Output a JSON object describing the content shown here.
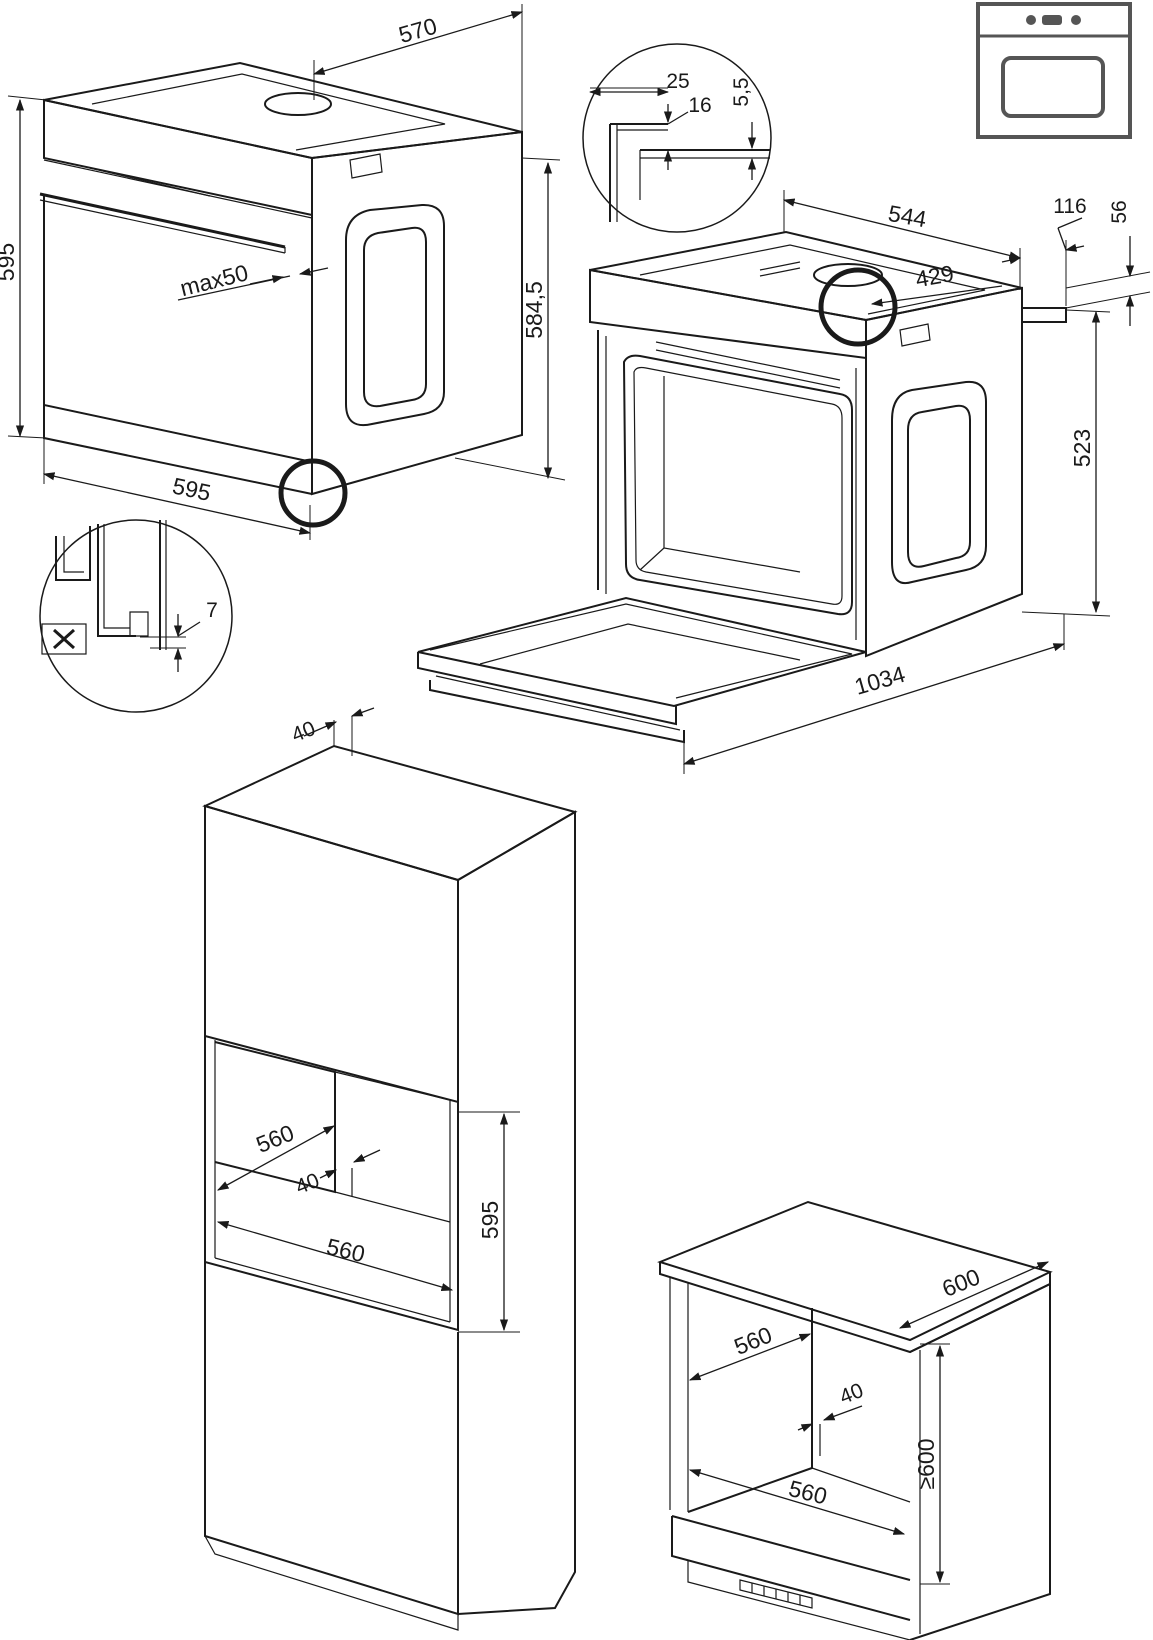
{
  "colors": {
    "line": "#1a1a1a",
    "background": "#ffffff",
    "icon_stroke": "#555555"
  },
  "icons": {
    "oven": "built-in-oven-icon"
  },
  "oven_front_view": {
    "width": "595",
    "depth": "570",
    "height": "595",
    "body_height": "584,5",
    "door_gap": "max50",
    "detail_gap": "7"
  },
  "oven_open_view": {
    "body_depth": "544",
    "body_width_inner": "429",
    "rear_depth": "116",
    "rear_height": "56",
    "inner_height": "523",
    "total_depth_open": "1034",
    "detail_a": "25",
    "detail_b": "16",
    "detail_c": "5,5"
  },
  "tall_cabinet": {
    "top_vent": "40",
    "niche_depth": "560",
    "rear_vent": "40",
    "niche_width": "560",
    "niche_height": "595"
  },
  "under_counter": {
    "countertop_depth": "600",
    "niche_depth": "560",
    "rear_vent": "40",
    "niche_width": "560",
    "niche_height": "≥600"
  }
}
